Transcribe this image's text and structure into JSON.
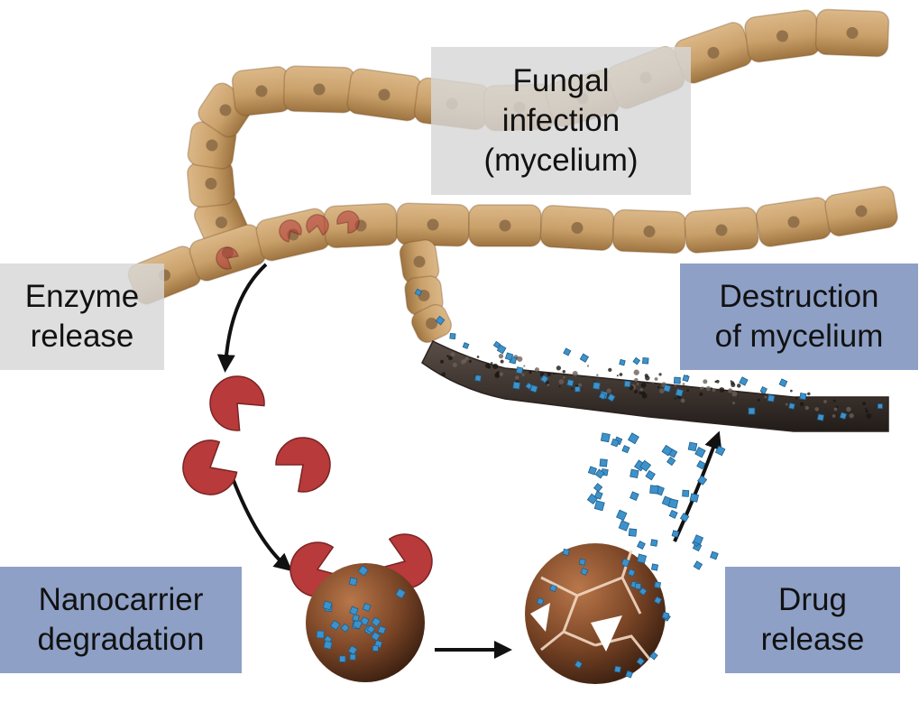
{
  "labels": {
    "fungal_infection": "Fungal\ninfection\n(mycelium)",
    "enzyme_release": "Enzyme\nrelease",
    "destruction_of_mycelium": "Destruction\nof mycelium",
    "nanocarrier_degradation": "Nanocarrier\ndegradation",
    "drug_release": "Drug\nrelease"
  },
  "colors": {
    "hypha_cell": "#c9a06a",
    "hypha_cell_dark": "#a77a45",
    "nucleus": "#8a6a45",
    "dead_hypha": "#3e3530",
    "enzyme": "#b83a3a",
    "nanocarrier": "#7a4526",
    "drug_particle": "#3d92cc",
    "arrow": "#111111",
    "box_gray": "#d7d7d7",
    "box_blue": "#8ea0c6"
  }
}
